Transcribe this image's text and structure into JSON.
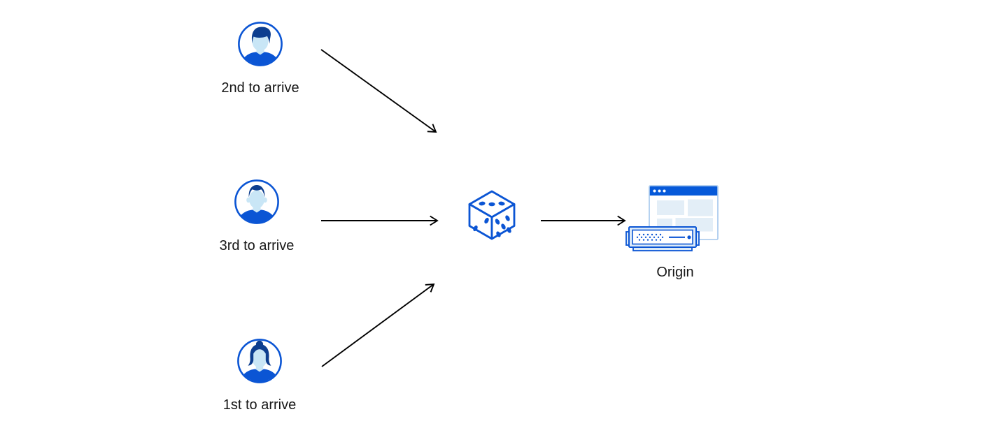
{
  "diagram": {
    "title_hint": "random-steering-traffic-diagram",
    "background": "#ffffff",
    "colors": {
      "primary_blue": "#0b55d4",
      "dark_hair_blue": "#0d3e8f",
      "face_light_blue": "#c9e6f6",
      "titlebar_blue": "#0659d9",
      "window_border_blue": "#a3c6ec",
      "panel_block_blue": "#e3eef7",
      "server_shell_blue": "#dbeaf8",
      "arrow_color": "#000000",
      "label_text": "#171717"
    },
    "nodes": {
      "client_second": {
        "label": "2nd to arrive",
        "icon": "user-male-avatar"
      },
      "client_third": {
        "label": "3rd to arrive",
        "icon": "user-male-avatar"
      },
      "client_first": {
        "label": "1st to arrive",
        "icon": "user-female-avatar"
      },
      "random_selector": {
        "icon": "dice",
        "dice_pips": {
          "top_face": 3,
          "left_face": 2,
          "right_face": 5
        }
      },
      "origin": {
        "label": "Origin",
        "icon": "origin-server-browser"
      }
    },
    "edges": [
      {
        "from": "client_second",
        "to": "random_selector",
        "direction": "down-right"
      },
      {
        "from": "client_third",
        "to": "random_selector",
        "direction": "right"
      },
      {
        "from": "client_first",
        "to": "random_selector",
        "direction": "up-right"
      },
      {
        "from": "random_selector",
        "to": "origin",
        "direction": "right"
      }
    ]
  }
}
